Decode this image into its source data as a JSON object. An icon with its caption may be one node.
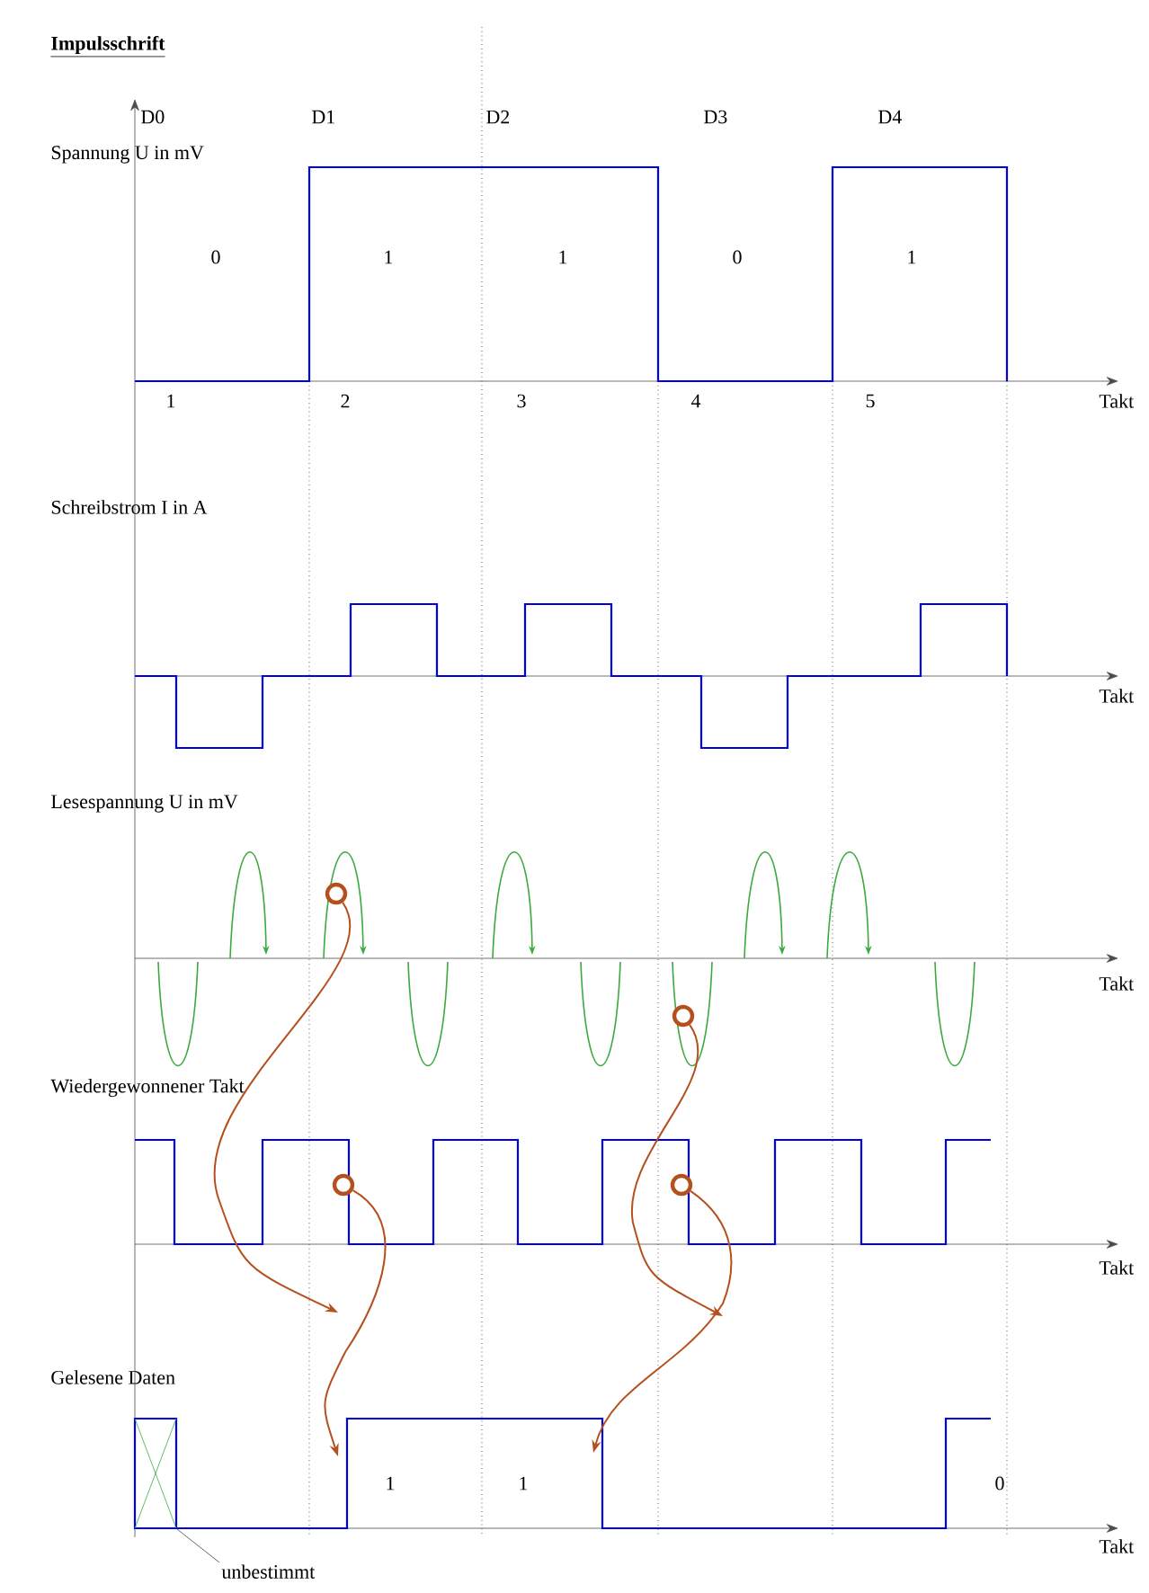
{
  "diagram": {
    "title": "Impulsschrift",
    "nodes": [
      {
        "text": [],
        "shape": "circle"
      },
      {
        "text": [],
        "shape": "circle"
      },
      {
        "text": [],
        "shape": "circle"
      },
      {
        "text": [],
        "shape": "circle"
      },
      {
        "text": [
          "unbestimmt"
        ]
      },
      {
        "text": [],
        "shape": "box"
      }
    ],
    "edges": [
      {
        "from": 0,
        "to": null,
        "arrow": "to"
      },
      {
        "from": 1,
        "to": null,
        "arrow": "to"
      },
      {
        "from": 2,
        "to": null,
        "arrow": "to"
      },
      {
        "from": 3,
        "to": null,
        "arrow": "to"
      },
      {
        "from": 4,
        "to": 5,
        "arrow": "none",
        "color": "#404040"
      }
    ],
    "labels": [
      "D0",
      "D1",
      "D2",
      "D3",
      "D4",
      "Spannung  U in mV",
      "0",
      "1",
      "1",
      "0",
      "1",
      "1",
      "2",
      "3",
      "4",
      "5",
      "Takt",
      "Schreibstrom I in A",
      "Takt",
      "Lesespannung U in mV",
      "Takt",
      "Wiedergewonnener Takt",
      "Takt",
      "Gelesene Daten",
      "1",
      "1",
      "0",
      "Takt"
    ]
  }
}
